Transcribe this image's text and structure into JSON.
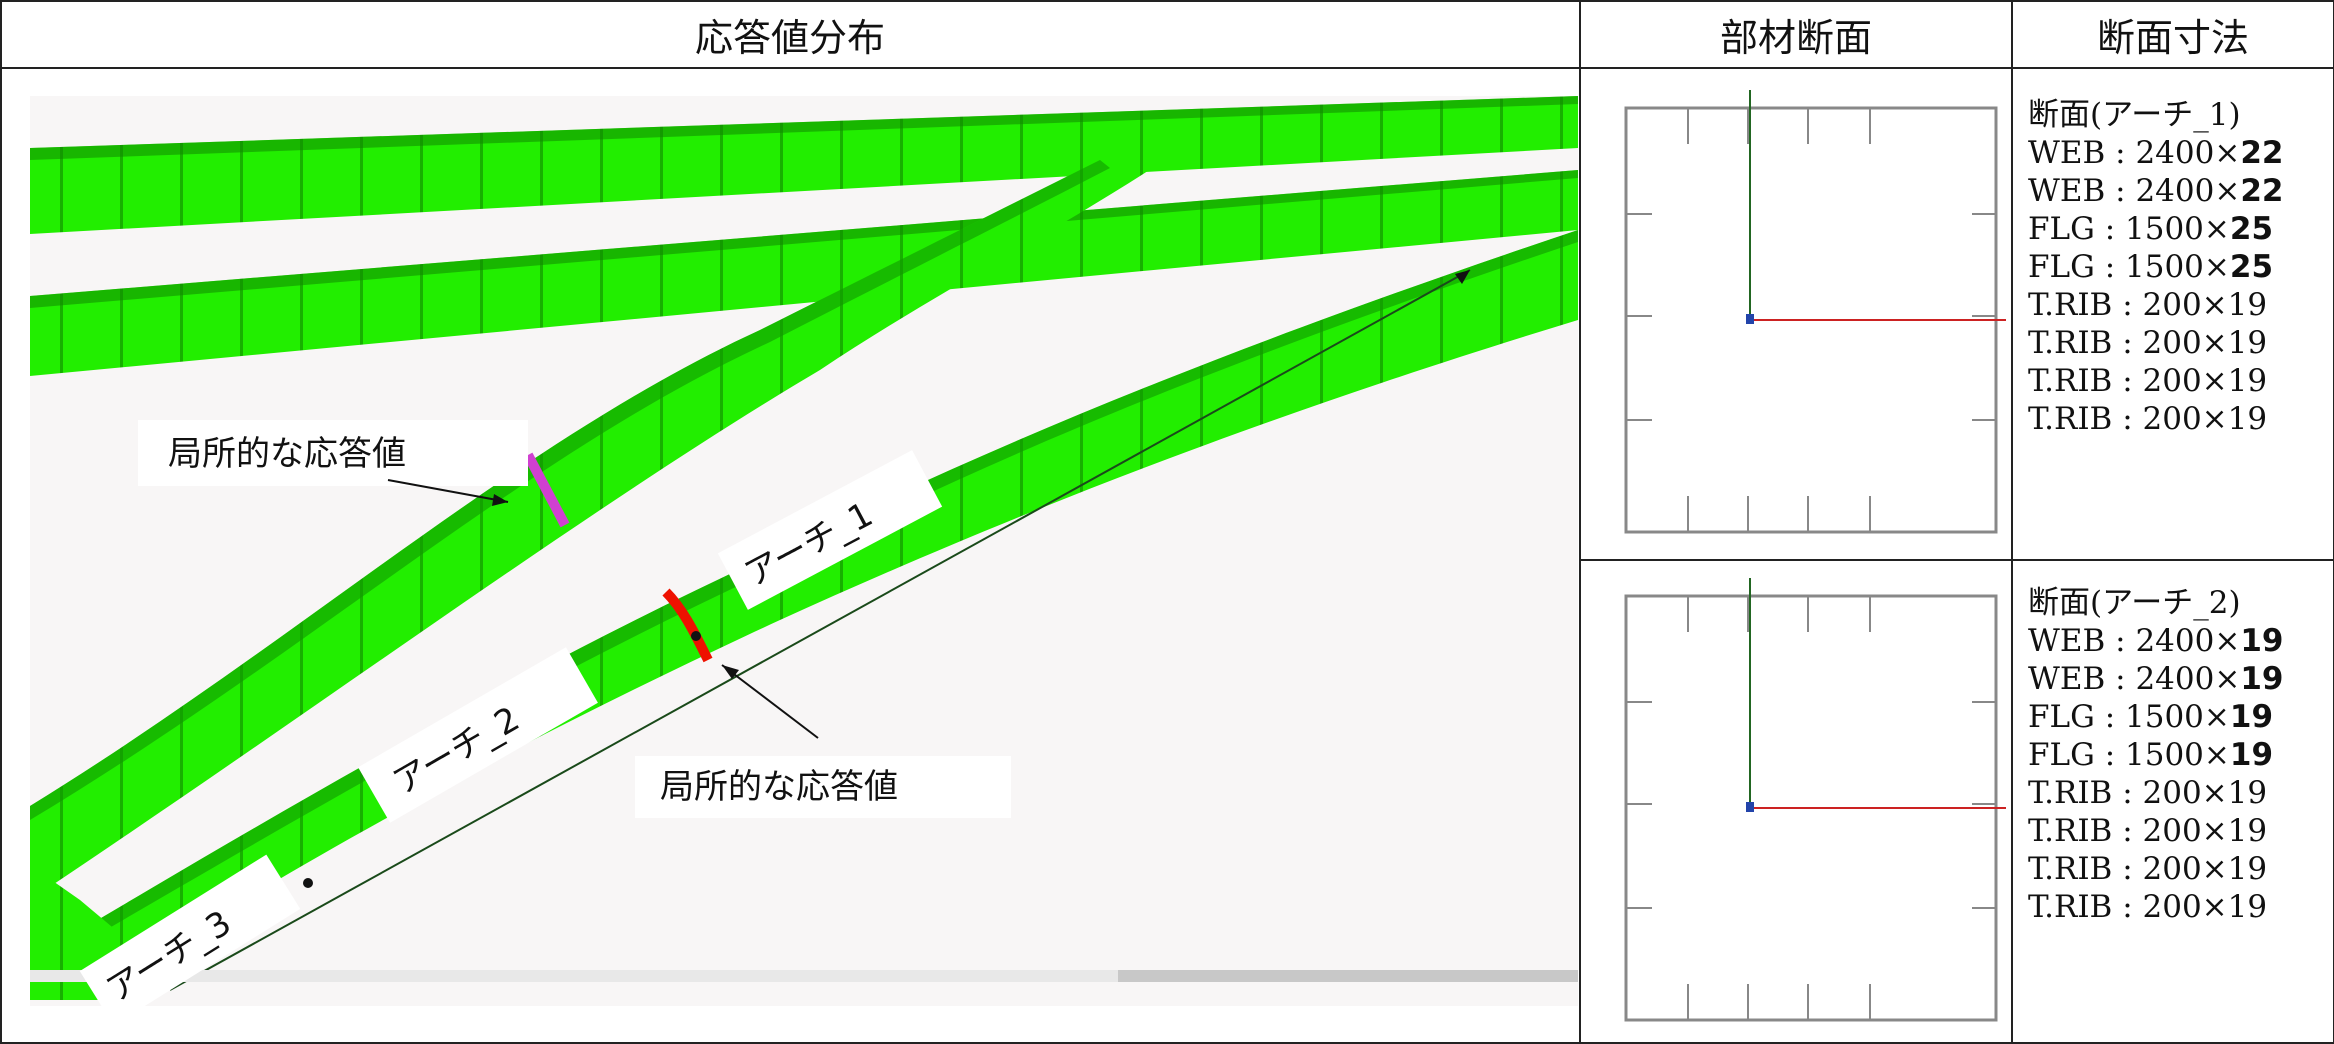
{
  "headers": {
    "distribution": "応答値分布",
    "section": "部材断面",
    "dimensions": "断面寸法"
  },
  "annotations": {
    "local_response_upper": "局所的な応答値",
    "local_response_lower": "局所的な応答値",
    "arch_1": "アーチ_1",
    "arch_2": "アーチ_2",
    "arch_3": "アーチ_3"
  },
  "section_specs": [
    {
      "title": "断面(アーチ_1)",
      "rows": [
        {
          "name": "WEB",
          "size": "2400×",
          "thk": "22"
        },
        {
          "name": "WEB",
          "size": "2400×",
          "thk": "22"
        },
        {
          "name": "FLG",
          "size": "1500×",
          "thk": "25"
        },
        {
          "name": "FLG",
          "size": "1500×",
          "thk": "25"
        },
        {
          "name": "T.RIB",
          "size": "200×",
          "thk": "19"
        },
        {
          "name": "T.RIB",
          "size": "200×",
          "thk": "19"
        },
        {
          "name": "T.RIB",
          "size": "200×",
          "thk": "19"
        },
        {
          "name": "T.RIB",
          "size": "200×",
          "thk": "19"
        }
      ]
    },
    {
      "title": "断面(アーチ_2)",
      "rows": [
        {
          "name": "WEB",
          "size": "2400×",
          "thk": "19"
        },
        {
          "name": "WEB",
          "size": "2400×",
          "thk": "19"
        },
        {
          "name": "FLG",
          "size": "1500×",
          "thk": "19"
        },
        {
          "name": "FLG",
          "size": "1500×",
          "thk": "19"
        },
        {
          "name": "T.RIB",
          "size": "200×",
          "thk": "19"
        },
        {
          "name": "T.RIB",
          "size": "200×",
          "thk": "19"
        },
        {
          "name": "T.RIB",
          "size": "200×",
          "thk": "19"
        },
        {
          "name": "T.RIB",
          "size": "200×",
          "thk": "19"
        }
      ]
    }
  ],
  "colors": {
    "member": "#22ee00",
    "member_dark": "#119900",
    "highlight_upper": "#d040d0",
    "highlight_lower": "#ee1100",
    "axis_red": "#cc2222",
    "axis_green": "#226622"
  }
}
